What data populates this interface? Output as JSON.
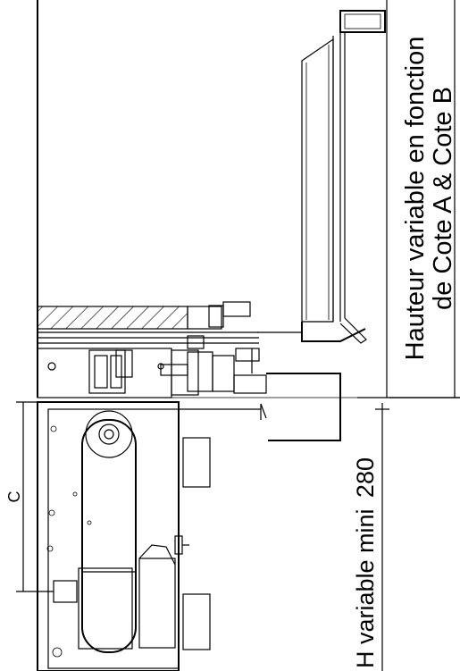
{
  "annotations": {
    "height_note_line1": "Hauteur variable en fonction",
    "height_note_line2": "de Cote A & Cote B",
    "h_label": "H variable mini",
    "h_value": "280",
    "c_label": "C"
  }
}
